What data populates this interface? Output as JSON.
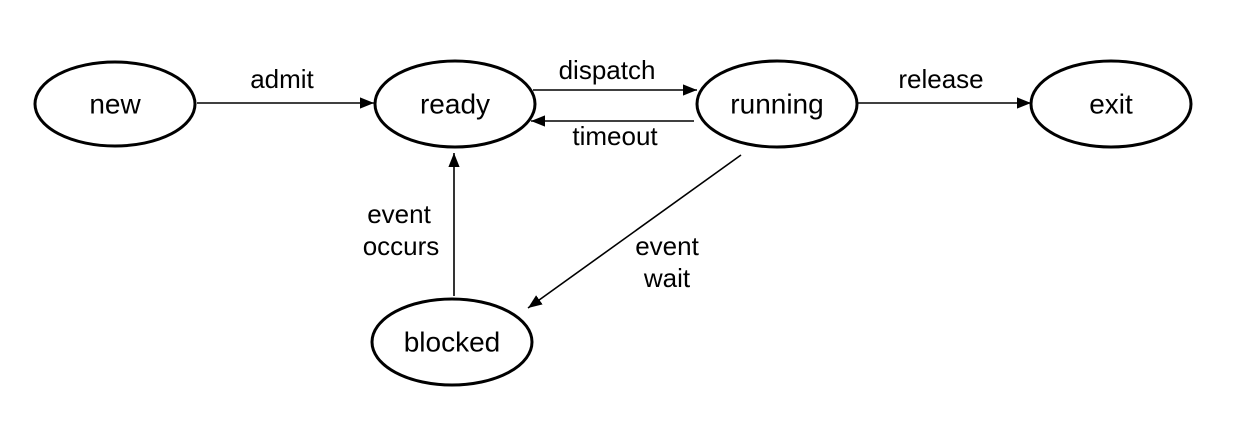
{
  "diagram": {
    "nodes": {
      "new": "new",
      "ready": "ready",
      "running": "running",
      "exit": "exit",
      "blocked": "blocked"
    },
    "edges": {
      "admit": "admit",
      "dispatch": "dispatch",
      "timeout": "timeout",
      "release": "release",
      "event_occurs_line1": "event",
      "event_occurs_line2": "occurs",
      "event_wait_line1": "event",
      "event_wait_line2": "wait"
    },
    "colors": {
      "stroke": "#000000",
      "fill": "#ffffff"
    }
  }
}
